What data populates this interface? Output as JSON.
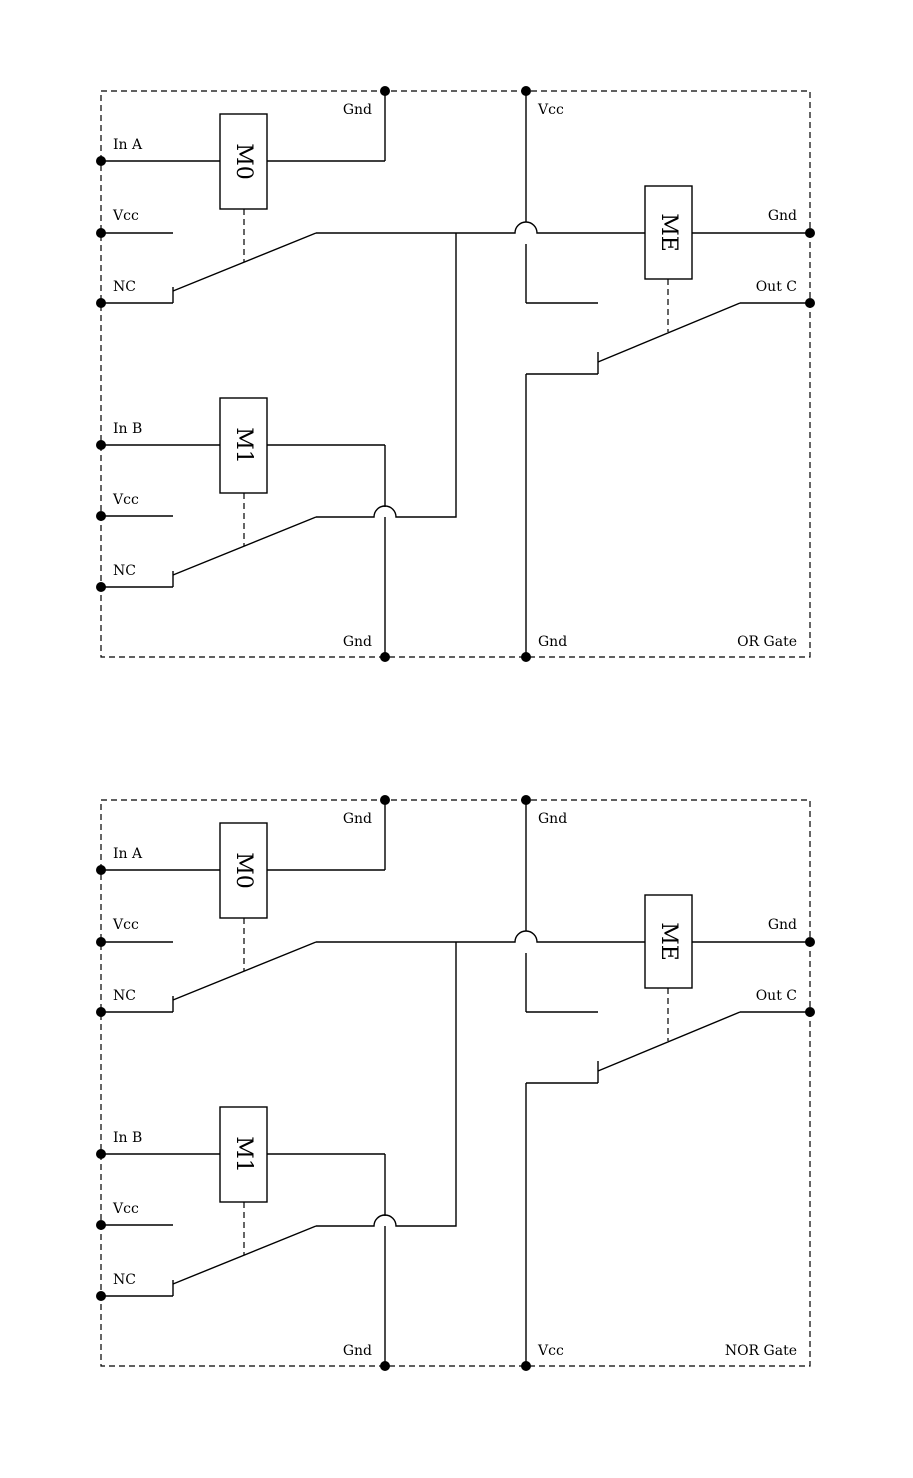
{
  "diagrams": [
    {
      "gate_name": "OR Gate",
      "relay_labels": [
        "M0",
        "M1",
        "ME"
      ],
      "labels": {
        "in_a": "In A",
        "vcc_a": "Vcc",
        "nc_a": "NC",
        "in_b": "In B",
        "vcc_b": "Vcc",
        "nc_b": "NC",
        "top_left_rail": "Gnd",
        "top_right_rail": "Vcc",
        "bottom_left_rail": "Gnd",
        "bottom_right_rail": "Gnd",
        "right_top": "Gnd",
        "out": "Out C"
      }
    },
    {
      "gate_name": "NOR Gate",
      "relay_labels": [
        "M0",
        "M1",
        "ME"
      ],
      "labels": {
        "in_a": "In A",
        "vcc_a": "Vcc",
        "nc_a": "NC",
        "in_b": "In B",
        "vcc_b": "Vcc",
        "nc_b": "NC",
        "top_left_rail": "Gnd",
        "top_right_rail": "Gnd",
        "bottom_left_rail": "Gnd",
        "bottom_right_rail": "Vcc",
        "right_top": "Gnd",
        "out": "Out C"
      }
    }
  ]
}
